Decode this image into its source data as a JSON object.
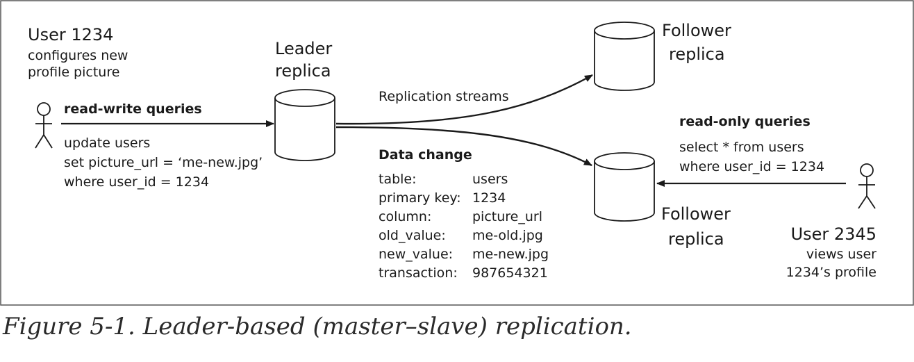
{
  "user1": {
    "name": "User 1234",
    "desc": [
      "configures new",
      "profile picture"
    ]
  },
  "leader": {
    "label": [
      "Leader",
      "replica"
    ]
  },
  "follower_top": {
    "label": [
      "Follower",
      "replica"
    ]
  },
  "follower_bottom": {
    "label": [
      "Follower",
      "replica"
    ]
  },
  "write": {
    "title": "read-write queries",
    "query": [
      "update users",
      "set picture_url = ‘me-new.jpg’",
      "where user_id = 1234"
    ]
  },
  "replication": {
    "label": "Replication streams"
  },
  "data_change": {
    "title": "Data change",
    "rows": [
      {
        "key": "table:",
        "value": "users"
      },
      {
        "key": "primary key:",
        "value": "1234"
      },
      {
        "key": "column:",
        "value": "picture_url"
      },
      {
        "key": "old_value:",
        "value": "me-old.jpg"
      },
      {
        "key": "new_value:",
        "value": "me-new.jpg"
      },
      {
        "key": "transaction:",
        "value": "987654321"
      }
    ]
  },
  "read": {
    "title": "read-only queries",
    "query": [
      "select * from users",
      "where user_id = 1234"
    ]
  },
  "user2": {
    "name": "User 2345",
    "desc": [
      "views user",
      "1234’s profile"
    ]
  },
  "caption": "Figure 5-1. Leader-based (master–slave) replication.",
  "colors": {
    "stroke": "#1a1a1a",
    "frame": "#555555"
  }
}
